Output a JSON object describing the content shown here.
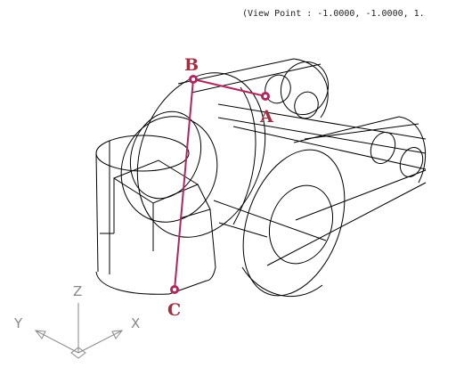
{
  "view": {
    "view_point_text": "(View Point : -1.0000, -1.0000, 1."
  },
  "points": [
    {
      "label": "A"
    },
    {
      "label": "B"
    },
    {
      "label": "C"
    }
  ],
  "ucs": {
    "x_label": "X",
    "y_label": "Y",
    "z_label": "Z"
  },
  "colors": {
    "marker": "#b0275f",
    "label": "#a03040",
    "wireframe": "#000000",
    "ucs": "#888888"
  },
  "icons": {
    "ucs": "ucs-axis-icon"
  }
}
